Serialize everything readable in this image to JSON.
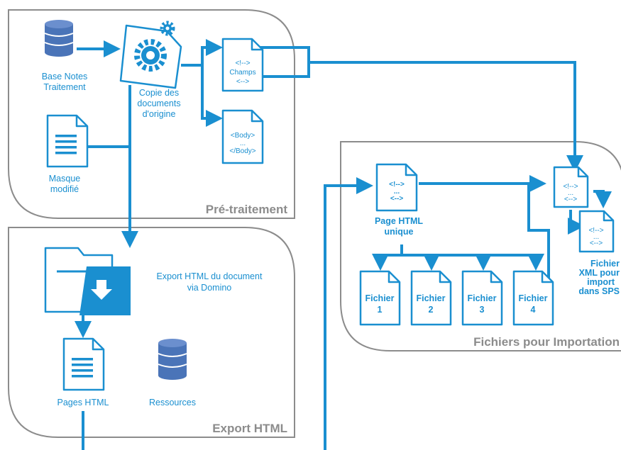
{
  "colors": {
    "accent": "#1a8fd0",
    "frame": "#8c8c8c",
    "db": "#4a74b8"
  },
  "sections": {
    "pretraitement": "Pré-traitement",
    "export": "Export HTML",
    "import": "Fichiers pour Importation"
  },
  "labels": {
    "base_notes": [
      "Base Notes",
      "Traitement"
    ],
    "masque": [
      "Masque",
      "modifié"
    ],
    "copie": [
      "Copie des",
      "documents",
      "d'origine"
    ],
    "export_domino": [
      "Export HTML du document",
      "via Domino"
    ],
    "pages_html": "Pages HTML",
    "ressources": "Ressources",
    "page_unique": [
      "Page HTML",
      "unique"
    ],
    "fichier_xml": [
      "Fichier",
      "XML pour",
      "import",
      "dans SPS"
    ]
  },
  "docs": {
    "champs": [
      "<!-->",
      "Champs",
      "<-->"
    ],
    "body": [
      "<Body>",
      "...",
      "</Body>"
    ],
    "page_tag": [
      "<!-->",
      "...",
      "<-->"
    ],
    "xml_a": [
      "<!-->",
      "...",
      "<-->"
    ],
    "xml_b": [
      "<!-->",
      "...",
      "<-->"
    ]
  },
  "fichiers": [
    {
      "name": "Fichier",
      "num": "1"
    },
    {
      "name": "Fichier",
      "num": "2"
    },
    {
      "name": "Fichier",
      "num": "3"
    },
    {
      "name": "Fichier",
      "num": "4"
    }
  ]
}
